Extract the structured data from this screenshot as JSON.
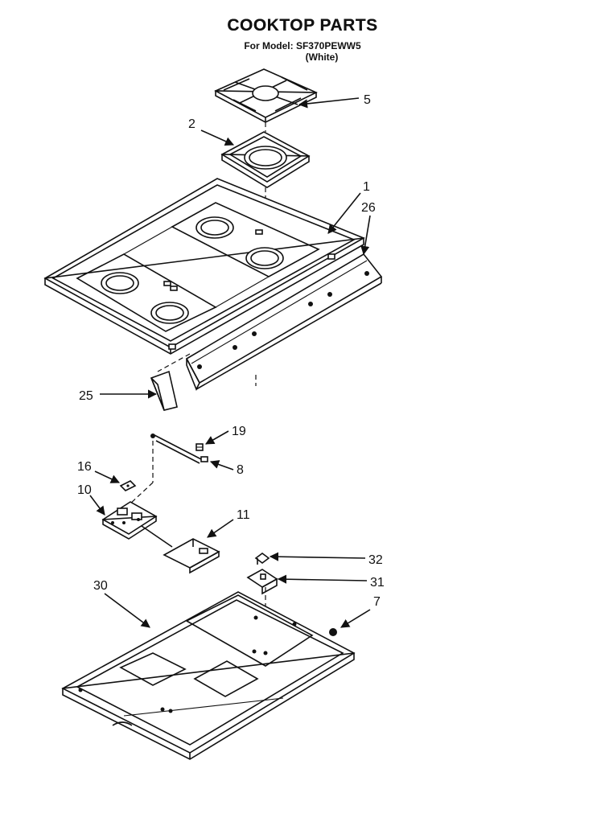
{
  "header": {
    "title": "COOKTOP PARTS",
    "model_line": "For Model: SF370PEWW5",
    "color_line": "(White)"
  },
  "callouts": {
    "p1": "1",
    "p2": "2",
    "p5": "5",
    "p7": "7",
    "p8": "8",
    "p10": "10",
    "p11": "11",
    "p16": "16",
    "p19": "19",
    "p25": "25",
    "p26": "26",
    "p30": "30",
    "p31": "31",
    "p32": "32"
  }
}
